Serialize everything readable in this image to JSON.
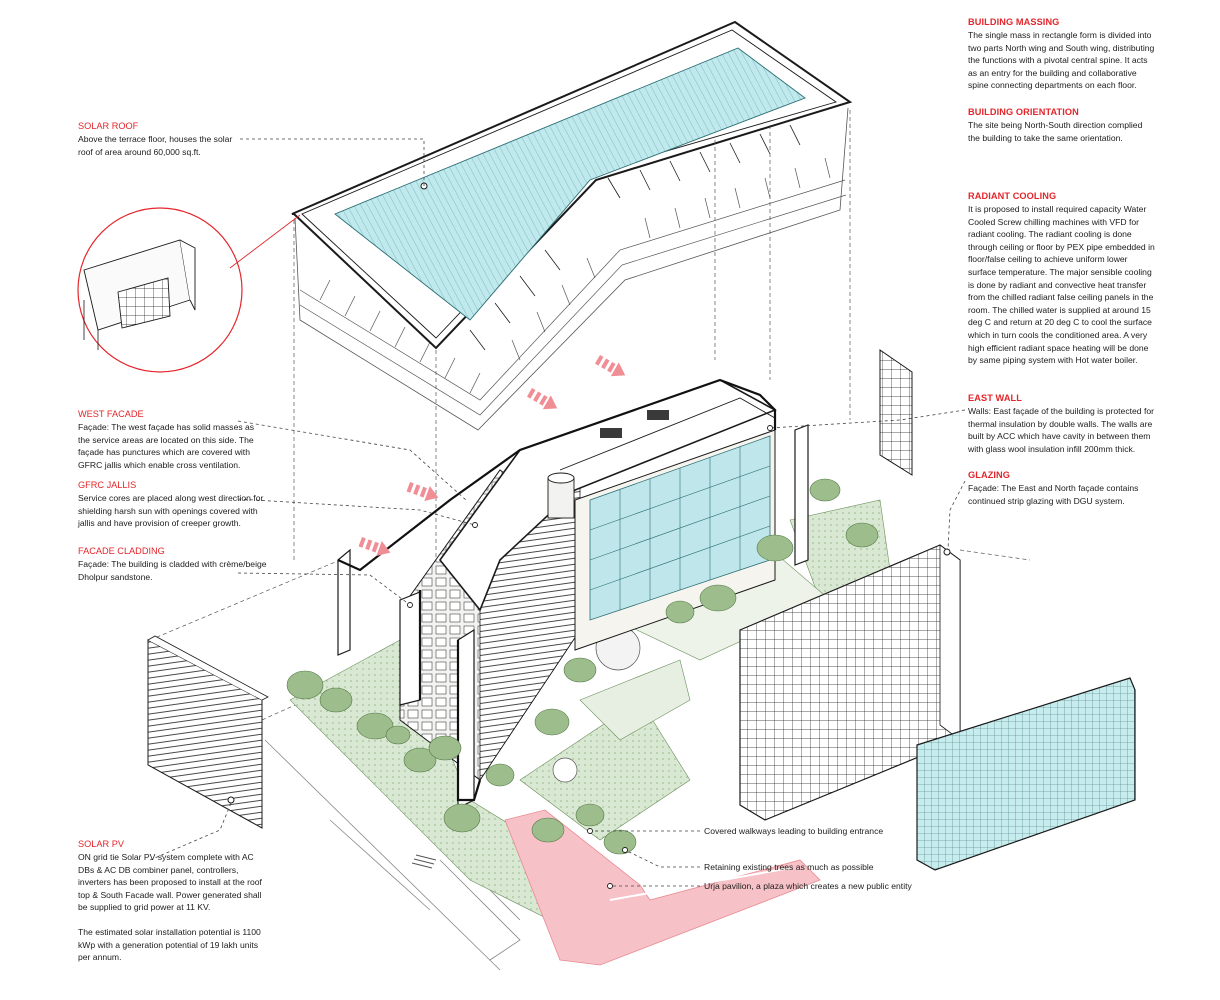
{
  "colors": {
    "accent_red": "#e3262b",
    "glass": "#bfe9ec",
    "green": "#cfe2c6",
    "tree": "#8fb27f",
    "pink_path": "#f6b9bf",
    "line": "#1a1a1a",
    "callout_line": "#444444"
  },
  "notes": {
    "building_massing": {
      "heading": "BUILDING MASSING",
      "body": "The single mass in rectangle form is divided into two parts North wing and South wing, distributing the functions with a pivotal central spine. It acts as an entry for the building and collaborative spine connecting departments on each floor."
    },
    "building_orientation": {
      "heading": "BUILDING ORIENTATION",
      "body": "The site being North-South direction complied the building to take the same orientation."
    },
    "radiant_cooling": {
      "heading": "RADIANT COOLING",
      "body": "It is proposed to install required capacity Water Cooled Screw chilling machines with VFD for radiant cooling. The radiant cooling is done through ceiling or floor by PEX pipe embedded in floor/false ceiling to achieve uniform lower surface temperature. The major sensible cooling is done by radiant and convective heat transfer from the chilled radiant false ceiling panels in the room. The chilled water is supplied at around 15 deg C and return at 20 deg C to cool the surface which in turn cools the conditioned area. A very high efficient radiant space heating will be done by same piping system with Hot water boiler."
    },
    "east_wall": {
      "heading": "EAST WALL",
      "body": "Walls: East façade of the building is protected for thermal insulation by double walls. The walls are built by ACC which have cavity in between them with glass wool insulation infill 200mm thick."
    },
    "glazing": {
      "heading": "GLAZING",
      "body": "Façade: The East and North façade contains continued strip glazing with DGU system."
    },
    "solar_roof": {
      "heading": "SOLAR ROOF",
      "body": "Above the terrace floor, houses the solar roof of area around 60,000 sq.ft."
    },
    "west_facade": {
      "heading": "WEST FACADE",
      "body": "Façade: The west façade has solid masses as the service areas are located on this side. The façade has punctures which are covered with GFRC jallis which enable cross ventilation."
    },
    "gfrc_jallis": {
      "heading": "GFRC JALLIS",
      "body": "Service cores are placed along west direction for shielding harsh sun with openings covered with jallis and have provision of creeper growth."
    },
    "facade_cladding": {
      "heading": "FACADE CLADDING",
      "body": "Façade: The building is cladded with crème/beige Dholpur sandstone."
    },
    "solar_pv": {
      "heading": "SOLAR PV",
      "body": "ON grid tie Solar PV system complete with AC DBs & AC DB combiner panel, controllers, inverters has been proposed to install at the roof top & South Facade wall. Power generated shall be supplied to grid power at 11 KV.",
      "body2": "The estimated solar installation potential is 1100 kWp with a generation potential of 19 lakh units per annum."
    }
  },
  "callouts": {
    "walkways": "Covered walkways leading to building entrance",
    "trees": "Retaining existing trees as much as possible",
    "pavilion": "Urja pavilion, a plaza which creates a new public entity"
  },
  "icons": {
    "wind": "wind-arrow-icon",
    "tree": "tree-icon",
    "person": "person-icon"
  }
}
